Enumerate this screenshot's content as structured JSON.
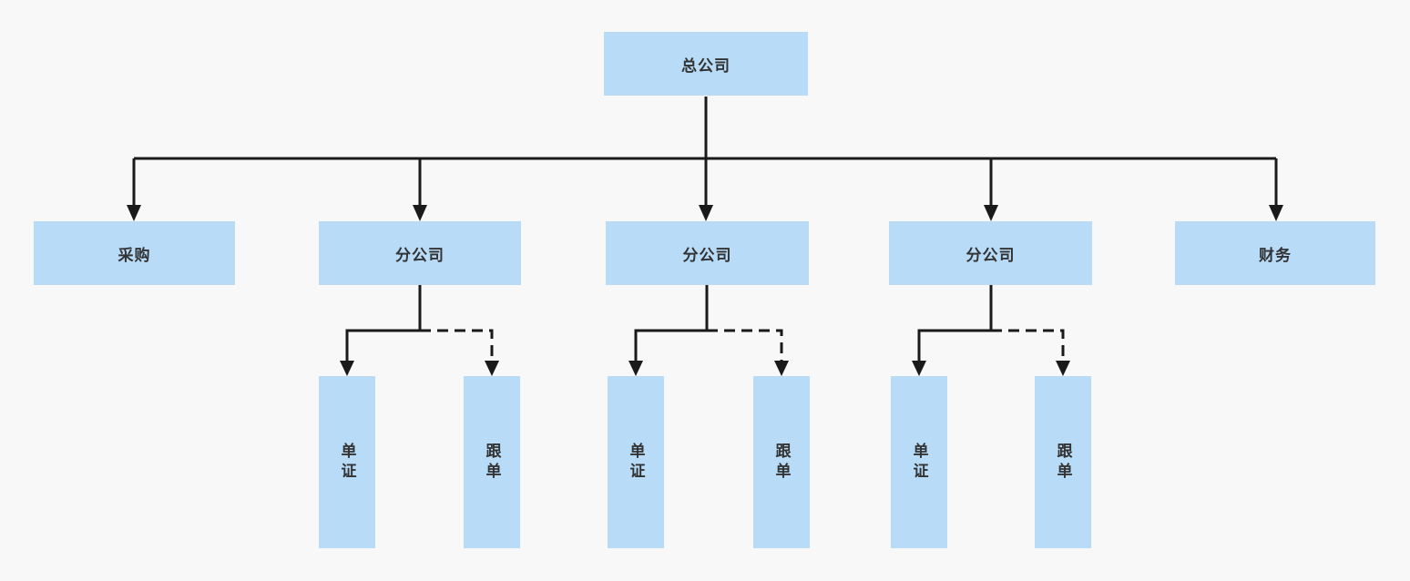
{
  "diagram": {
    "type": "org-chart",
    "title": "company organization chart",
    "colors": {
      "background": "#f8f8f8",
      "node_fill": "#b8dcf8",
      "line": "#1a1a1a",
      "text": "#333333"
    },
    "nodes": {
      "root": {
        "label": "总公司"
      },
      "dept_left": {
        "label": "采购"
      },
      "branch_1": {
        "label": "分公司"
      },
      "branch_2": {
        "label": "分公司"
      },
      "branch_3": {
        "label": "分公司"
      },
      "dept_right": {
        "label": "财务"
      },
      "docs_1": {
        "label": "单证"
      },
      "follow_1": {
        "label": "跟单"
      },
      "docs_2": {
        "label": "单证"
      },
      "follow_2": {
        "label": "跟单"
      },
      "docs_3": {
        "label": "单证"
      },
      "follow_3": {
        "label": "跟单"
      }
    },
    "edges": [
      {
        "from": "root",
        "to": "dept_left",
        "style": "solid",
        "arrow": true
      },
      {
        "from": "root",
        "to": "branch_1",
        "style": "solid",
        "arrow": true
      },
      {
        "from": "root",
        "to": "branch_2",
        "style": "solid",
        "arrow": true
      },
      {
        "from": "root",
        "to": "branch_3",
        "style": "solid",
        "arrow": true
      },
      {
        "from": "root",
        "to": "dept_right",
        "style": "solid",
        "arrow": true
      },
      {
        "from": "branch_1",
        "to": "docs_1",
        "style": "solid",
        "arrow": true
      },
      {
        "from": "branch_1",
        "to": "follow_1",
        "style": "dashed",
        "arrow": true
      },
      {
        "from": "branch_2",
        "to": "docs_2",
        "style": "solid",
        "arrow": true
      },
      {
        "from": "branch_2",
        "to": "follow_2",
        "style": "dashed",
        "arrow": true
      },
      {
        "from": "branch_3",
        "to": "docs_3",
        "style": "solid",
        "arrow": true
      },
      {
        "from": "branch_3",
        "to": "follow_3",
        "style": "dashed",
        "arrow": true
      }
    ]
  }
}
